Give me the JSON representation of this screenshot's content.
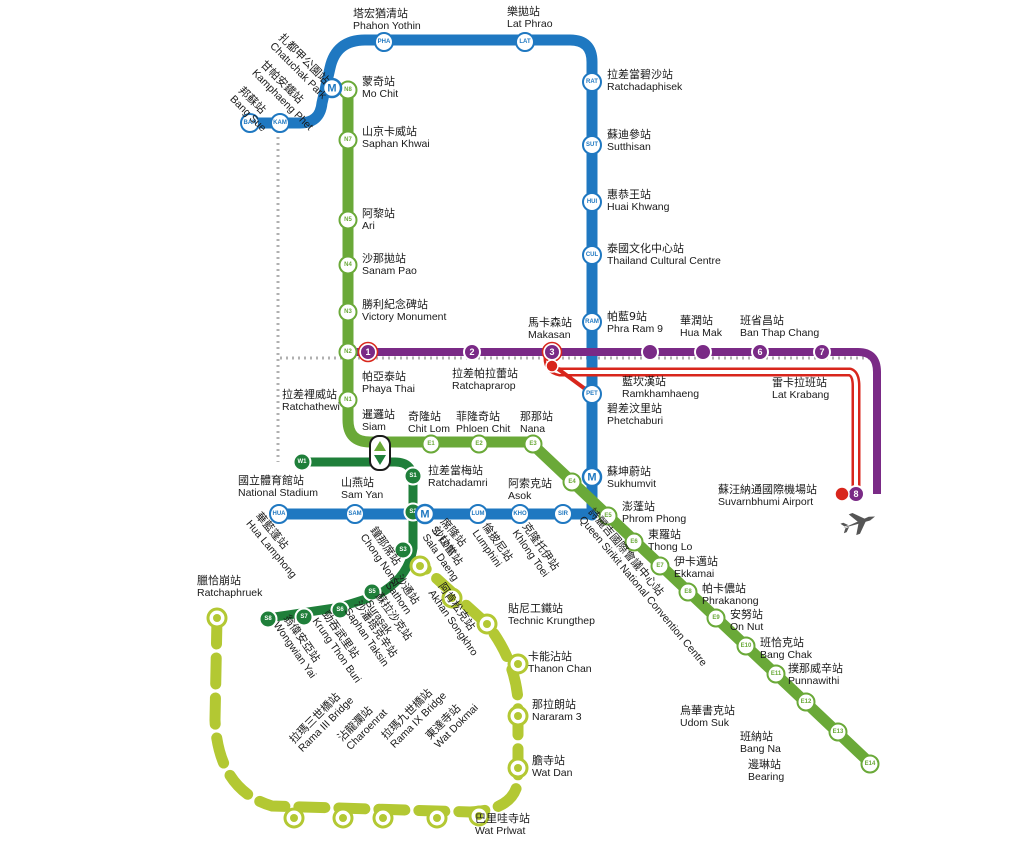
{
  "colors": {
    "blue": "#1f78c1",
    "green": "#6aa938",
    "dark_green": "#1f7f3a",
    "purple": "#7a2a86",
    "red": "#d8261c",
    "lime": "#b3c833",
    "gray_dotted": "#b0b0b0"
  },
  "interchange_glyph": "M",
  "station_codes": {
    "blue": [
      "PHA",
      "LAT",
      "RAT",
      "SUT",
      "HUI",
      "CUL",
      "RAM",
      "PET",
      "BAN",
      "KAM",
      "HUA",
      "SAM",
      "LUM",
      "KHO",
      "SIR"
    ],
    "green": [
      "N8",
      "N7",
      "N5",
      "N4",
      "N3",
      "N2",
      "N1",
      "E1",
      "E2",
      "E3",
      "E4",
      "E5",
      "E6",
      "E7",
      "E8",
      "E9",
      "E10",
      "E11",
      "E12",
      "E13",
      "E14"
    ],
    "dark_green": [
      "W1",
      "S1",
      "S2",
      "S3",
      "S5",
      "S6",
      "S7",
      "S8"
    ],
    "airport": [
      "1",
      "2",
      "3",
      "6",
      "7",
      "8"
    ]
  },
  "stations": [
    {
      "zh": "塔宏猶清站",
      "en": "Phahon Yothin"
    },
    {
      "zh": "樂拋站",
      "en": "Lat Phrao"
    },
    {
      "zh": "扎都甲公園站",
      "en": "Chatuchak Park"
    },
    {
      "zh": "甘帕安鐵站",
      "en": "Kamphaeng Phet"
    },
    {
      "zh": "邦蘇站",
      "en": "Bang Sue"
    },
    {
      "zh": "蒙奇站",
      "en": "Mo Chit"
    },
    {
      "zh": "山京卡威站",
      "en": "Saphan Khwai"
    },
    {
      "zh": "阿黎站",
      "en": "Ari"
    },
    {
      "zh": "沙那拋站",
      "en": "Sanam Pao"
    },
    {
      "zh": "勝利紀念碑站",
      "en": "Victory Monument"
    },
    {
      "zh": "拉差當碧沙站",
      "en": "Ratchadaphisek"
    },
    {
      "zh": "蘇迪參站",
      "en": "Sutthisan"
    },
    {
      "zh": "惠恭王站",
      "en": "Huai Khwang"
    },
    {
      "zh": "泰國文化中心站",
      "en": "Thailand Cultural Centre"
    },
    {
      "zh": "帕藍9站",
      "en": "Phra Ram 9"
    },
    {
      "zh": "馬卡森站",
      "en": "Makasan"
    },
    {
      "zh": "華潤站",
      "en": "Hua Mak"
    },
    {
      "zh": "班省昌站",
      "en": "Ban Thap Chang"
    },
    {
      "zh": "帕亞泰站",
      "en": "Phaya Thai"
    },
    {
      "zh": "拉差帕拉蕾站",
      "en": "Ratchaprarop"
    },
    {
      "zh": "藍坎漢站",
      "en": "Ramkhamhaeng"
    },
    {
      "zh": "碧差汶里站",
      "en": "Phetchaburi"
    },
    {
      "zh": "雷卡拉班站",
      "en": "Lat Krabang"
    },
    {
      "zh": "拉差裡威站",
      "en": "Ratchathewi"
    },
    {
      "zh": "暹邏站",
      "en": "Siam"
    },
    {
      "zh": "奇隆站",
      "en": "Chit Lom"
    },
    {
      "zh": "菲隆奇站",
      "en": "Phloen Chit"
    },
    {
      "zh": "那那站",
      "en": "Nana"
    },
    {
      "zh": "蘇坤蔚站",
      "en": "Sukhumvit"
    },
    {
      "zh": "國立體育館站",
      "en": "National Stadium"
    },
    {
      "zh": "山燕站",
      "en": "Sam Yan"
    },
    {
      "zh": "拉差當梅站",
      "en": "Ratchadamri"
    },
    {
      "zh": "阿索克站",
      "en": "Asok"
    },
    {
      "zh": "蘇汪納通國際機場站",
      "en": "Suvarnbhumi Airport"
    },
    {
      "zh": "澎蓬站",
      "en": "Phrom Phong"
    },
    {
      "zh": "東羅站",
      "en": "Thong Lo"
    },
    {
      "zh": "伊卡邁站",
      "en": "Ekkamai"
    },
    {
      "zh": "帕卡儂站",
      "en": "Phrakanong"
    },
    {
      "zh": "安努站",
      "en": "On Nut"
    },
    {
      "zh": "班恰克站",
      "en": "Bang Chak"
    },
    {
      "zh": "撲那威辛站",
      "en": "Punnawithi"
    },
    {
      "zh": "烏華書克站",
      "en": "Udom Suk"
    },
    {
      "zh": "班納站",
      "en": "Bang Na"
    },
    {
      "zh": "邊琳站",
      "en": "Bearing"
    },
    {
      "zh": "華藍蓬站",
      "en": "Hua Lamphong"
    },
    {
      "zh": "鐘那席站",
      "en": "Chong Nonsi"
    },
    {
      "zh": "席隆站",
      "en": "Si Lom"
    },
    {
      "zh": "沙拉當站",
      "en": "Sala Daeng"
    },
    {
      "zh": "倫披尼站",
      "en": "Lumphini"
    },
    {
      "zh": "克隆托伊站",
      "en": "Khlong Toei"
    },
    {
      "zh": "詩麗吉國際會議中心站",
      "en": "Queen Sirikit National Convention Centre"
    },
    {
      "zh": "沙通站",
      "en": "Sathorn"
    },
    {
      "zh": "蘇拉沙克站",
      "en": "Surasak"
    },
    {
      "zh": "沙潘塔克辛站",
      "en": "Saphan Taksin"
    },
    {
      "zh": "勁吞武里站",
      "en": "Krung Thon Buri"
    },
    {
      "zh": "翁偉安亞站",
      "en": "Wongwian Yai"
    },
    {
      "zh": "阿肯松克站",
      "en": "Akhan Songkhro"
    },
    {
      "zh": "貼尼工鐵站",
      "en": "Technic Krungthep"
    },
    {
      "zh": "卡能沾站",
      "en": "Thanon Chan"
    },
    {
      "zh": "那拉朗站",
      "en": "Nararam 3"
    },
    {
      "zh": "膽寺站",
      "en": "Wat Dan"
    },
    {
      "zh": "巴里哇寺站",
      "en": "Wat Prlwat"
    },
    {
      "zh": "東達寺站",
      "en": "Wat Dokmai"
    },
    {
      "zh": "拉瑪九世橋站",
      "en": "Rama IX Bridge"
    },
    {
      "zh": "沾龍瀾站",
      "en": "Charoenrat"
    },
    {
      "zh": "拉瑪三世橋站",
      "en": "Rama III Bridge"
    },
    {
      "zh": "臘恰崩站",
      "en": "Ratchaphruek"
    }
  ]
}
